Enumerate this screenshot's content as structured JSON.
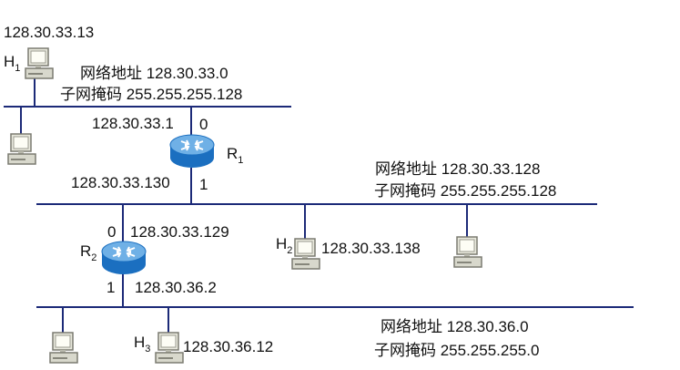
{
  "hosts": {
    "h1": {
      "name": "H",
      "sub": "1",
      "ip": "128.30.33.13"
    },
    "h2": {
      "name": "H",
      "sub": "2",
      "ip": "128.30.33.138"
    },
    "h3": {
      "name": "H",
      "sub": "3",
      "ip": "128.30.36.12"
    }
  },
  "routers": {
    "r1": {
      "name": "R",
      "sub": "1",
      "port0_label": "0",
      "port0_ip": "128.30.33.1",
      "port1_label": "1",
      "port1_ip": "128.30.33.130"
    },
    "r2": {
      "name": "R",
      "sub": "2",
      "port0_label": "0",
      "port0_ip": "128.30.33.129",
      "port1_label": "1",
      "port1_ip": "128.30.36.2"
    }
  },
  "networks": {
    "net1": {
      "address": "网络地址 128.30.33.0",
      "mask": "子网掩码 255.255.255.128"
    },
    "net2": {
      "address": "网络地址 128.30.33.128",
      "mask": "子网掩码 255.255.255.128"
    },
    "net3": {
      "address": "网络地址 128.30.36.0",
      "mask": "子网掩码 255.255.255.0"
    }
  },
  "colors": {
    "line": "#1c2a78",
    "router_top": "#6fb0e6",
    "router_side": "#1b6fc0"
  },
  "icons": {
    "computer": "computer-icon",
    "router": "router-icon"
  }
}
